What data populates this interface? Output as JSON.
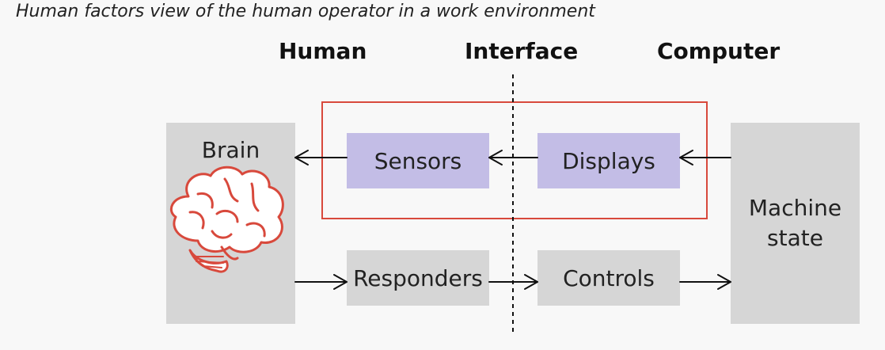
{
  "caption": "Human factors view of the human operator in a work environment",
  "headers": {
    "human": "Human",
    "interface": "Interface",
    "computer": "Computer"
  },
  "boxes": {
    "brain": "Brain",
    "sensors": "Sensors",
    "displays": "Displays",
    "responders": "Responders",
    "controls": "Controls",
    "machine_line1": "Machine",
    "machine_line2": "state"
  },
  "colors": {
    "gray_box": "#d6d6d6",
    "purple_box": "#c3bde6",
    "highlight_border": "#d8493c",
    "brain_icon": "#d8493c"
  }
}
